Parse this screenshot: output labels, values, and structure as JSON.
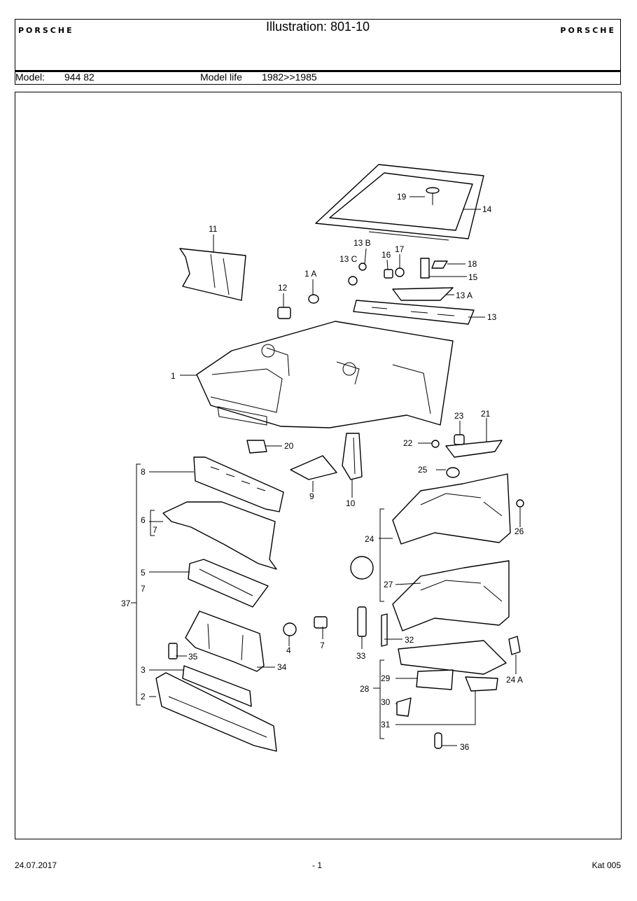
{
  "header": {
    "brand_left": "PORSCHE",
    "brand_right": "PORSCHE",
    "title": "Illustration: 801-10",
    "model_label": "Model:",
    "model_value": "944 82",
    "model_life_label": "Model life",
    "model_life_value": "1982>>1985"
  },
  "callouts": [
    "1",
    "1 A",
    "2",
    "3",
    "4",
    "5",
    "6",
    "7",
    "7",
    "7",
    "8",
    "9",
    "10",
    "11",
    "12",
    "13",
    "13 A",
    "13 B",
    "13 C",
    "14",
    "15",
    "16",
    "17",
    "18",
    "19",
    "20",
    "21",
    "22",
    "23",
    "24",
    "24 A",
    "25",
    "26",
    "27",
    "28",
    "29",
    "30",
    "31",
    "32",
    "33",
    "34",
    "35",
    "36",
    "37"
  ],
  "footer": {
    "date": "24.07.2017",
    "page": "- 1",
    "catalog": "Kat 005"
  }
}
